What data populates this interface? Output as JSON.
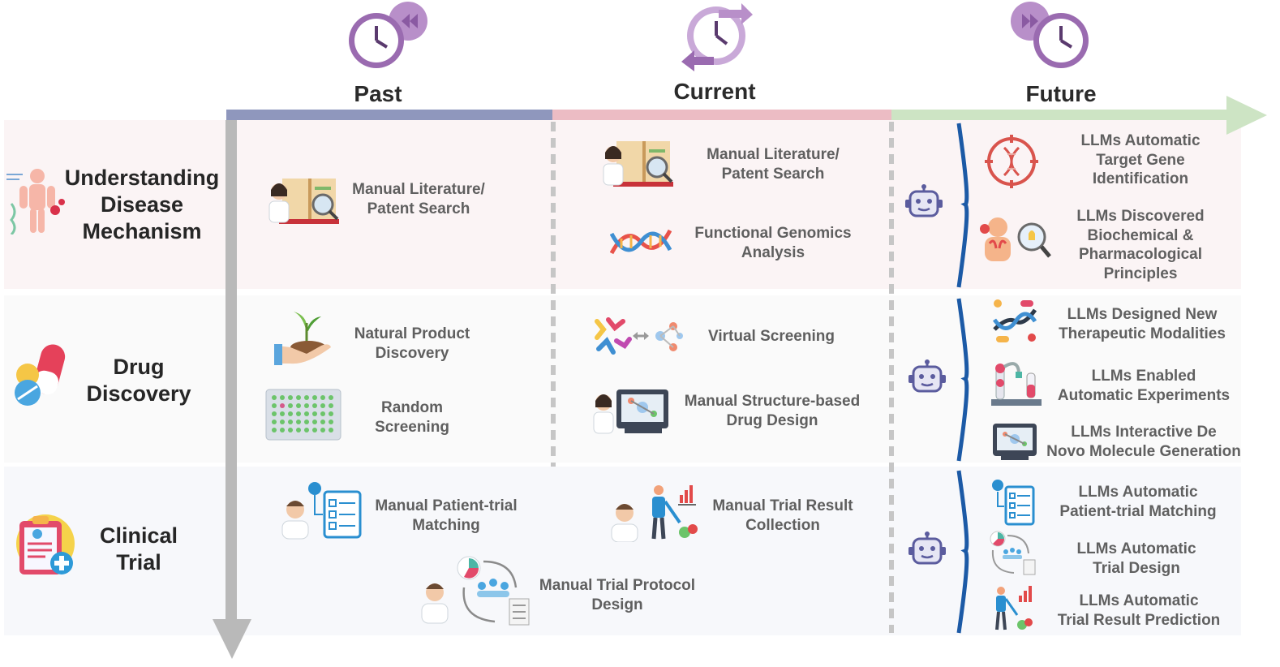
{
  "eras": {
    "past": "Past",
    "current": "Current",
    "future": "Future"
  },
  "rows": {
    "disease": {
      "line1": "Understanding",
      "line2": "Disease",
      "line3": "Mechanism"
    },
    "drug": {
      "line1": "Drug",
      "line2": "Discovery"
    },
    "trial": {
      "line1": "Clinical",
      "line2": "Trial"
    }
  },
  "past": {
    "lit_search": {
      "line1": "Manual Literature/",
      "line2": "Patent Search"
    },
    "natural_product": {
      "line1": "Natural Product",
      "line2": "Discovery"
    },
    "random_screening": {
      "line1": "Random",
      "line2": "Screening"
    },
    "patient_matching": {
      "line1": "Manual  Patient-trial",
      "line2": "Matching"
    },
    "trial_protocol": {
      "line1": "Manual Trial Protocol",
      "line2": "Design"
    }
  },
  "current": {
    "lit_search": {
      "line1": "Manual Literature/",
      "line2": "Patent Search"
    },
    "genomics": {
      "line1": "Functional Genomics",
      "line2": "Analysis"
    },
    "virtual_screening": {
      "line1": "Virtual Screening"
    },
    "structure_design": {
      "line1": "Manual Structure-based",
      "line2": "Drug Design"
    },
    "trial_result": {
      "line1": "Manual Trial Result",
      "line2": "Collection"
    }
  },
  "future": {
    "target_gene": {
      "line1": "LLMs Automatic",
      "line2": "Target Gene",
      "line3": "Identification"
    },
    "principles": {
      "line1": "LLMs Discovered",
      "line2": "Biochemical &",
      "line3": "Pharmacological",
      "line4": "Principles"
    },
    "modalities": {
      "line1": "LLMs Designed New",
      "line2": "Therapeutic Modalities"
    },
    "experiments": {
      "line1": "LLMs Enabled",
      "line2": "Automatic Experiments"
    },
    "molecule_gen": {
      "line1": "LLMs Interactive De",
      "line2": "Novo Molecule Generation"
    },
    "patient_matching": {
      "line1": "LLMs Automatic",
      "line2": "Patient-trial Matching"
    },
    "trial_design": {
      "line1": "LLMs Automatic",
      "line2": "Trial Design"
    },
    "trial_prediction": {
      "line1": "LLMs Automatic",
      "line2": "Trial Result Prediction"
    }
  },
  "colors": {
    "past_bar": "#8f97bd",
    "current_bar": "#ecbcc4",
    "future_bar": "#cde4c4",
    "clock": "#9a6bb0",
    "brace": "#1c5aa6",
    "robot": "#5b5c9e",
    "axis": "#b9b9b9"
  }
}
